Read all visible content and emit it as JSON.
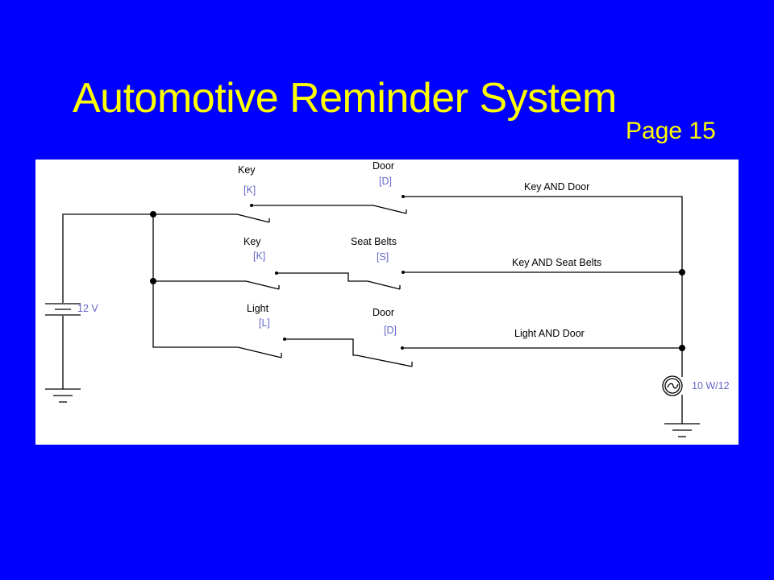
{
  "slide": {
    "title": "Automotive Reminder System",
    "page_label": "Page 15"
  },
  "colors": {
    "background": "#0000FF",
    "title": "#FFFF00",
    "panel": "#FFFFFF",
    "wire": "#000000",
    "tag": "#6666CC"
  },
  "circuit": {
    "battery_label": "12 V",
    "lamp_label": "10 W/12",
    "switches": {
      "key1": {
        "name": "Key",
        "tag": "[K]"
      },
      "door1": {
        "name": "Door",
        "tag": "[D]"
      },
      "key2": {
        "name": "Key",
        "tag": "[K]"
      },
      "seatbelts": {
        "name": "Seat Belts",
        "tag": "[S]"
      },
      "light": {
        "name": "Light",
        "tag": "[L]"
      },
      "door2": {
        "name": "Door",
        "tag": "[D]"
      }
    },
    "branches": {
      "top": "Key AND Door",
      "middle": "Key AND Seat Belts",
      "bottom": "Light AND Door"
    }
  }
}
